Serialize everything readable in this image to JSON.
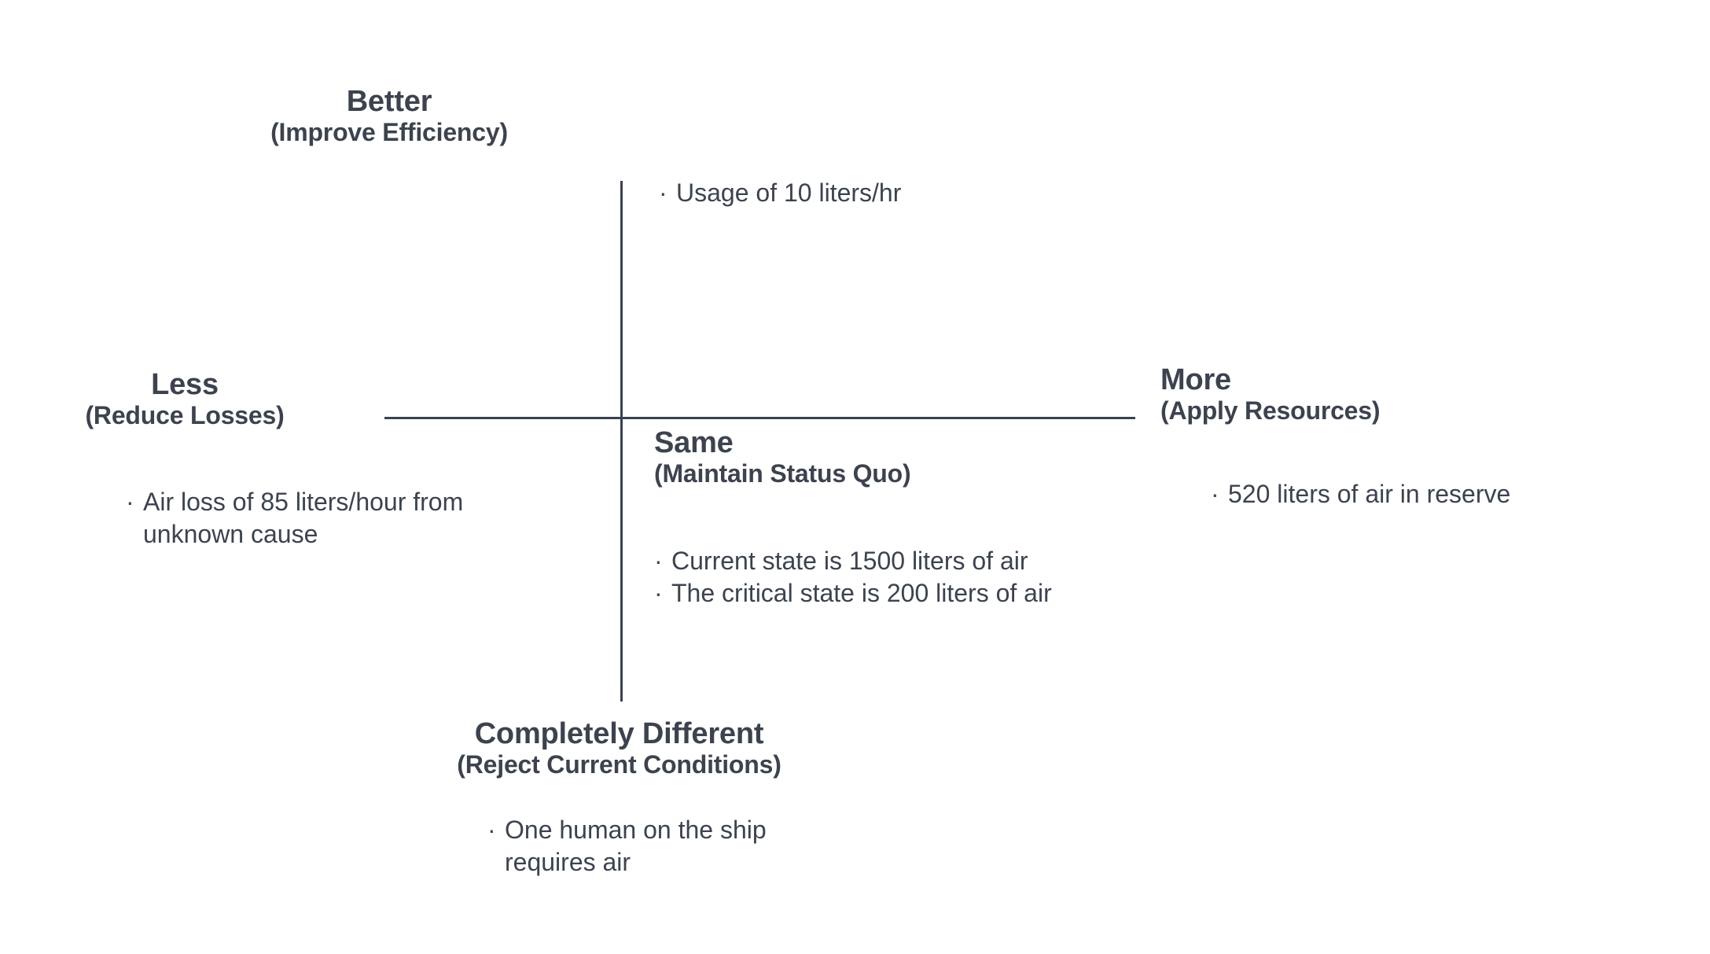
{
  "diagram": {
    "type": "polarity-cross / four-quadrant idea map",
    "axis_color": "#3a4150",
    "text_color": "#3c434f",
    "background_color": "#ffffff",
    "bullet_glyph": "·"
  },
  "poles": {
    "top": {
      "title": "Better",
      "subtitle": "(Improve Efficiency)",
      "bullets": [
        "Usage of 10 liters/hr"
      ]
    },
    "left": {
      "title": "Less",
      "subtitle": "(Reduce Losses)",
      "bullets": [
        "Air loss of 85 liters/hour from unknown cause"
      ]
    },
    "right": {
      "title": "More",
      "subtitle": "(Apply Resources)",
      "bullets": [
        "520 liters of air in reserve"
      ]
    },
    "center": {
      "title": "Same",
      "subtitle": "(Maintain Status Quo)",
      "bullets": [
        "Current state is 1500 liters of air",
        "The critical state is 200 liters of air"
      ]
    },
    "bottom": {
      "title": "Completely Different",
      "subtitle": "(Reject Current Conditions)",
      "bullets": [
        "One human on the ship requires air"
      ]
    }
  }
}
